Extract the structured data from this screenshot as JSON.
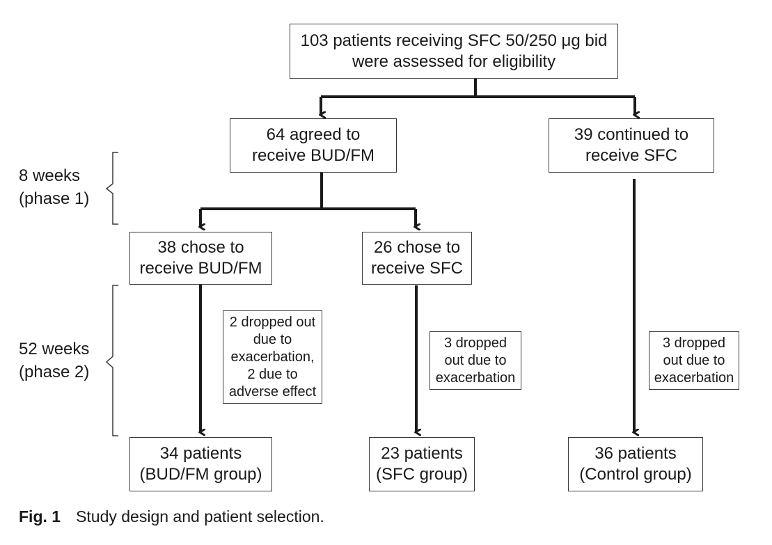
{
  "boxes": {
    "assessed": [
      "103 patients receiving SFC 50/250 μg bid",
      "were assessed for eligibility"
    ],
    "budfm": [
      "64 agreed to",
      "receive BUD/FM"
    ],
    "sfc_continue": [
      "39 continued to",
      "receive SFC"
    ],
    "chose_budfm": [
      "38 chose to",
      "receive BUD/FM"
    ],
    "chose_sfc": [
      "26 chose to",
      "receive SFC"
    ],
    "final_budfm": [
      "34 patients",
      "(BUD/FM group)"
    ],
    "final_sfc": [
      "23 patients",
      "(SFC group)"
    ],
    "final_control": [
      "36 patients",
      "(Control group)"
    ]
  },
  "notes": {
    "dropout_budfm": [
      "2 dropped out",
      "due to",
      "exacerbation,",
      "2 due to",
      "adverse effect"
    ],
    "dropout_sfc": [
      "3 dropped",
      "out due to",
      "exacerbation"
    ],
    "dropout_control": [
      "3 dropped",
      "out due to",
      "exacerbation"
    ]
  },
  "phases": {
    "phase1": [
      "8 weeks",
      "(phase 1)"
    ],
    "phase2": [
      "52 weeks",
      "(phase 2)"
    ]
  },
  "caption": {
    "label": "Fig. 1",
    "text": "Study design and patient selection."
  }
}
